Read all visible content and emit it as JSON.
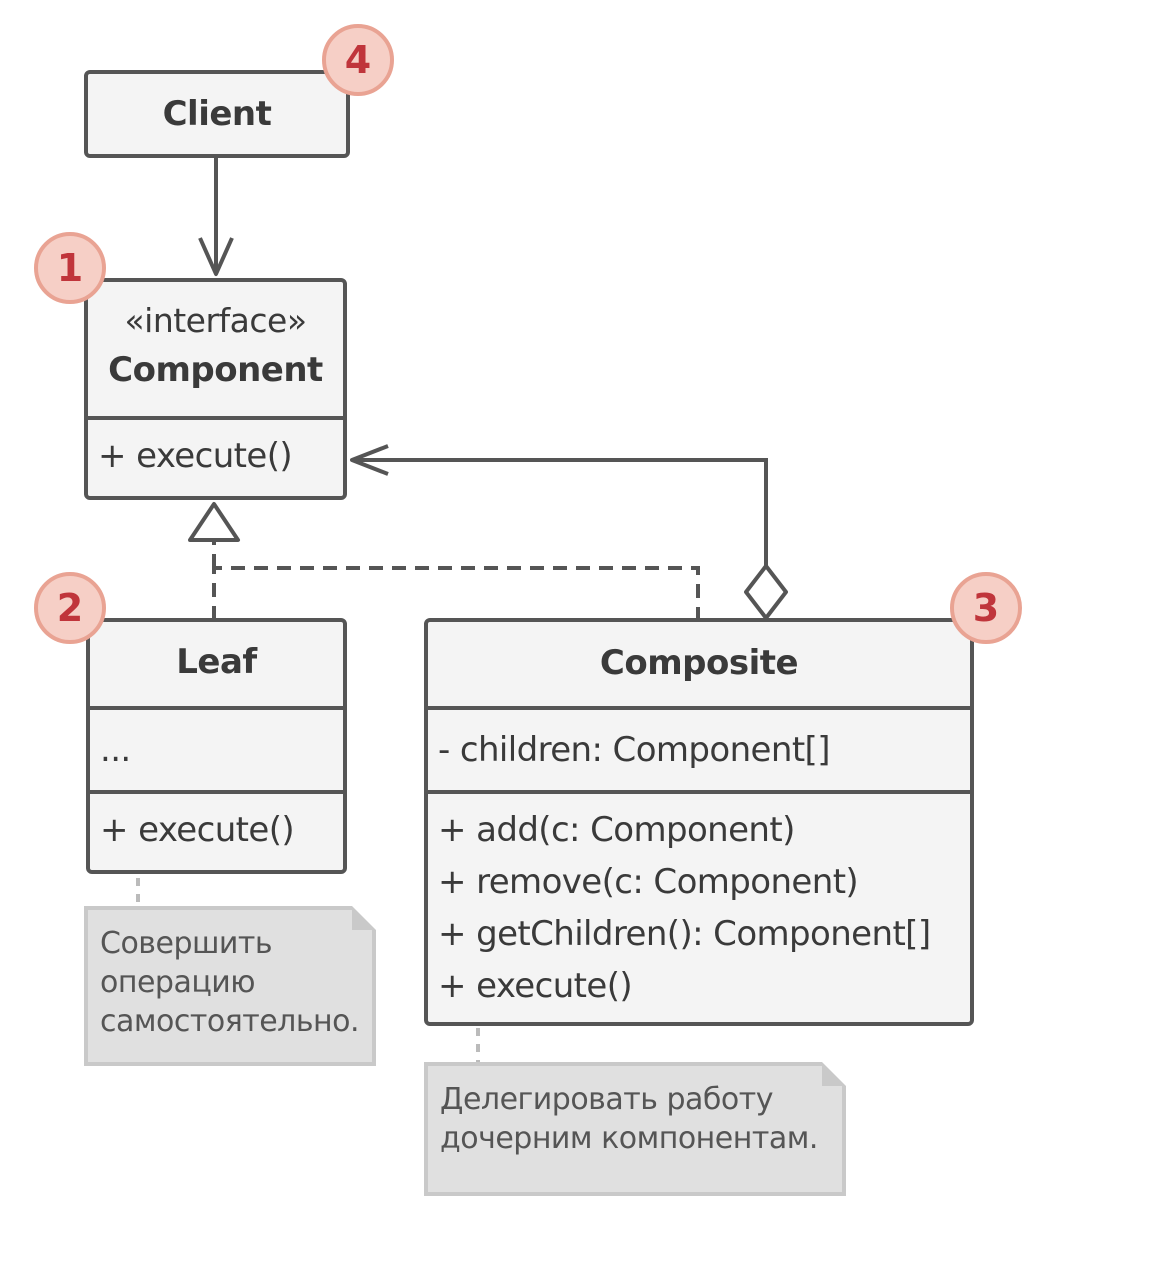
{
  "badges": {
    "component": "1",
    "leaf": "2",
    "composite": "3",
    "client": "4"
  },
  "client": {
    "title": "Client"
  },
  "component": {
    "stereotype": "«interface»",
    "title": "Component",
    "methods": [
      "+ execute()"
    ]
  },
  "leaf": {
    "title": "Leaf",
    "fields": [
      "..."
    ],
    "methods": [
      "+ execute()"
    ]
  },
  "composite": {
    "title": "Composite",
    "fields": [
      "- children: Component[]"
    ],
    "methods": [
      "+ add(c: Component)",
      "+ remove(c: Component)",
      "+ getChildren(): Component[]",
      "+ execute()"
    ]
  },
  "notes": {
    "leaf": [
      "Совершить",
      "операцию",
      "самостоятельно."
    ],
    "composite": [
      "Делегировать работу",
      "дочерним компонентам."
    ]
  },
  "colors": {
    "line": "#555555",
    "box_fill": "#f4f4f4",
    "note_fill": "#e0e0e0",
    "badge_fill": "#f6cfc6",
    "badge_text": "#c0353b"
  }
}
